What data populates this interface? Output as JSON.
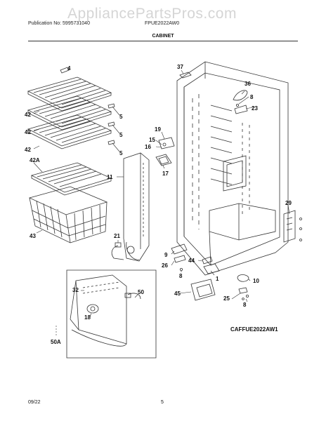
{
  "header": {
    "publication": "Publication No: 5995731040",
    "model": "FPUE2022AW0",
    "watermark": "AppliancePartsPros.com",
    "section": "CABINET"
  },
  "diagram": {
    "model_code": "CAFFUE2022AW1",
    "callouts": [
      {
        "id": "c4",
        "label": "4"
      },
      {
        "id": "c37",
        "label": "37"
      },
      {
        "id": "c36",
        "label": "36"
      },
      {
        "id": "c8a",
        "label": "8"
      },
      {
        "id": "c23",
        "label": "23"
      },
      {
        "id": "c42a",
        "label": "42"
      },
      {
        "id": "c5a",
        "label": "5"
      },
      {
        "id": "c42b",
        "label": "42"
      },
      {
        "id": "c5b",
        "label": "5"
      },
      {
        "id": "c42c",
        "label": "42"
      },
      {
        "id": "c5c",
        "label": "5"
      },
      {
        "id": "c19",
        "label": "19"
      },
      {
        "id": "c15",
        "label": "15"
      },
      {
        "id": "c16",
        "label": "16"
      },
      {
        "id": "c42A",
        "label": "42A"
      },
      {
        "id": "c17",
        "label": "17"
      },
      {
        "id": "c11",
        "label": "11"
      },
      {
        "id": "c29",
        "label": "29"
      },
      {
        "id": "c43",
        "label": "43"
      },
      {
        "id": "c21",
        "label": "21"
      },
      {
        "id": "c9",
        "label": "9"
      },
      {
        "id": "c44",
        "label": "44"
      },
      {
        "id": "c26",
        "label": "26"
      },
      {
        "id": "c8b",
        "label": "8"
      },
      {
        "id": "c1",
        "label": "1"
      },
      {
        "id": "c10",
        "label": "10"
      },
      {
        "id": "c32",
        "label": "32"
      },
      {
        "id": "c50",
        "label": "50"
      },
      {
        "id": "c45",
        "label": "45"
      },
      {
        "id": "c25",
        "label": "25"
      },
      {
        "id": "c8c",
        "label": "8"
      },
      {
        "id": "c18",
        "label": "18"
      },
      {
        "id": "c50A",
        "label": "50A"
      }
    ]
  },
  "footer": {
    "date": "09/22",
    "page": "5"
  }
}
